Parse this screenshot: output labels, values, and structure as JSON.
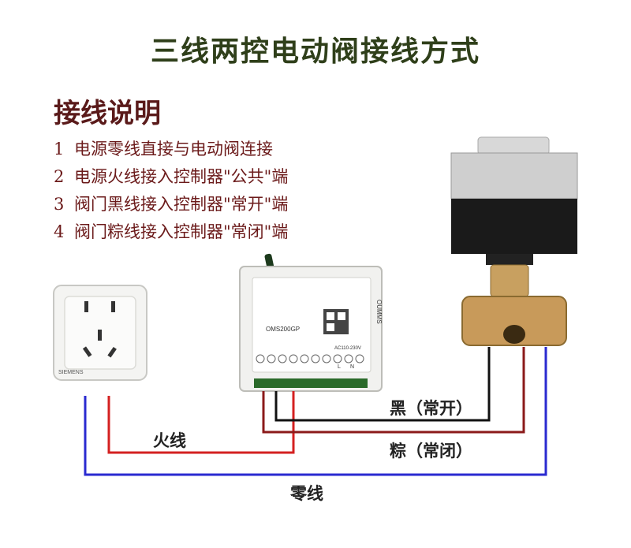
{
  "title": "三线两控电动阀接线方式",
  "section_title": "接线说明",
  "steps": [
    {
      "num": "1",
      "text": "电源零线直接与电动阀连接"
    },
    {
      "num": "2",
      "text": "电源火线接入控制器\"公共\"端"
    },
    {
      "num": "3",
      "text": "阀门黑线接入控制器\"常开\"端"
    },
    {
      "num": "4",
      "text": "阀门粽线接入控制器\"常闭\"端"
    }
  ],
  "socket": {
    "brand": "SIEMENS"
  },
  "controller": {
    "model": "OMS200GP",
    "brand_vertical": "OUMMS",
    "power_label": "AC110-230V",
    "terminals": [
      "L",
      "N"
    ]
  },
  "wire_labels": {
    "live": "火线",
    "neutral": "零线",
    "black": "黑（常开）",
    "brown": "粽（常闭）"
  },
  "colors": {
    "title": "#2f3f1a",
    "heading": "#5a1a1a",
    "live_wire": "#d42020",
    "neutral_wire": "#2a2ad0",
    "black_wire": "#111111",
    "brown_wire": "#8b1a1a"
  }
}
